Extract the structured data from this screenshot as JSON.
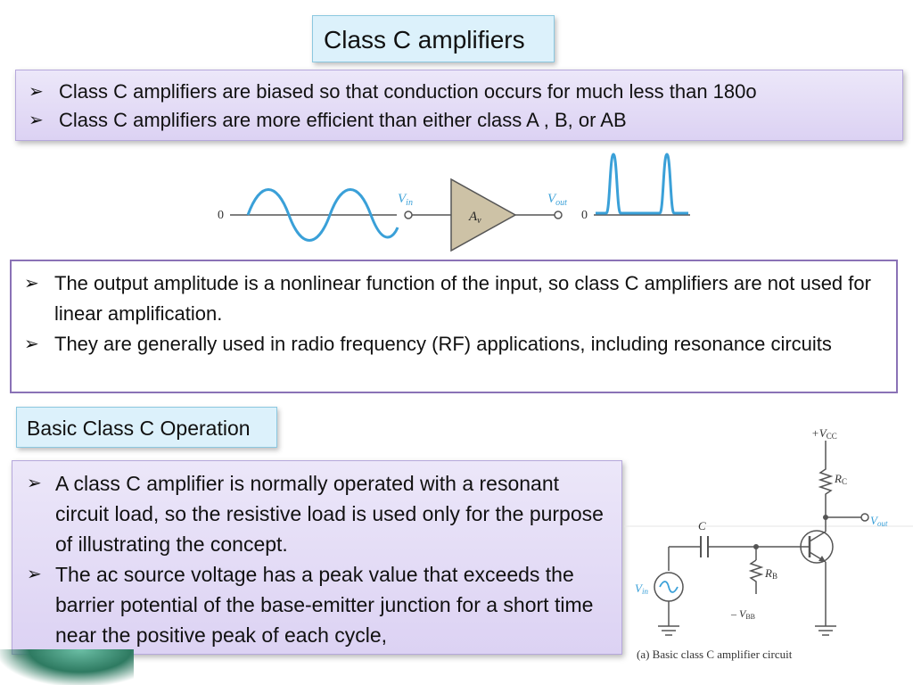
{
  "title": "Class C amplifiers",
  "intro": {
    "bullets": [
      "Class C amplifiers are biased so that conduction occurs for much less than  180o",
      "Class C amplifiers are more efficient than either class A , B, or AB"
    ]
  },
  "waveform_diagram": {
    "input_zero": "0",
    "vin_label": "V",
    "vin_sub": "in",
    "amp_label": "A",
    "amp_sub": "v",
    "vout_label": "V",
    "vout_sub": "out",
    "output_zero": "0"
  },
  "details": {
    "bullets": [
      "The output amplitude is a nonlinear function of the input, so class C amplifiers are not used for linear amplification.",
      "They are generally used in radio frequency (RF) applications, including resonance circuits"
    ]
  },
  "section_heading": "Basic Class C Operation",
  "operation": {
    "bullets": [
      "A class C amplifier is normally operated with a resonant circuit load, so the resistive load is used only for the purpose of illustrating the concept.",
      "The ac source voltage has a peak value that exceeds the barrier potential of the base-emitter junction for a short time near the positive peak of each cycle,"
    ]
  },
  "circuit": {
    "vcc": "+V",
    "vcc_sub": "CC",
    "rc": "R",
    "rc_sub": "C",
    "vout": "V",
    "vout_sub": "out",
    "c": "C",
    "rb": "R",
    "rb_sub": "B",
    "vin": "V",
    "vin_sub": "in",
    "vbb": "– V",
    "vbb_sub": "BB",
    "caption": "(a) Basic class C amplifier circuit"
  },
  "colors": {
    "accent_blue": "#3aa0d8",
    "lavender": "#dcd2f3",
    "border_purple": "#8a72b6"
  }
}
